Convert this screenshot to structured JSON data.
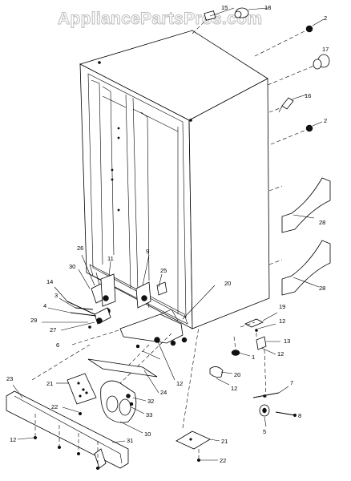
{
  "watermark": "AppliancePartsPros.com",
  "callouts": {
    "c15": "15",
    "c18": "18",
    "c2a": "2",
    "c17": "17",
    "c16": "16",
    "c2b": "2",
    "c28a": "28",
    "c28b": "28",
    "c26": "26",
    "c11": "11",
    "c9": "9",
    "c25": "25",
    "c30": "30",
    "c14": "14",
    "c3": "3",
    "c4": "4",
    "c29": "29",
    "c27": "27",
    "c6": "6",
    "c20a": "20",
    "c19": "19",
    "c12a": "12",
    "c13": "13",
    "c12b": "12",
    "c1": "1",
    "c20b": "20",
    "c12c": "12",
    "c12d": "12",
    "c7": "7",
    "c8": "8",
    "c5": "5",
    "c23": "23",
    "c21a": "21",
    "c22a": "22",
    "c24": "24",
    "c32": "32",
    "c33": "33",
    "c10": "10",
    "c12e": "12",
    "c31": "31",
    "c21b": "21",
    "c22b": "22"
  }
}
